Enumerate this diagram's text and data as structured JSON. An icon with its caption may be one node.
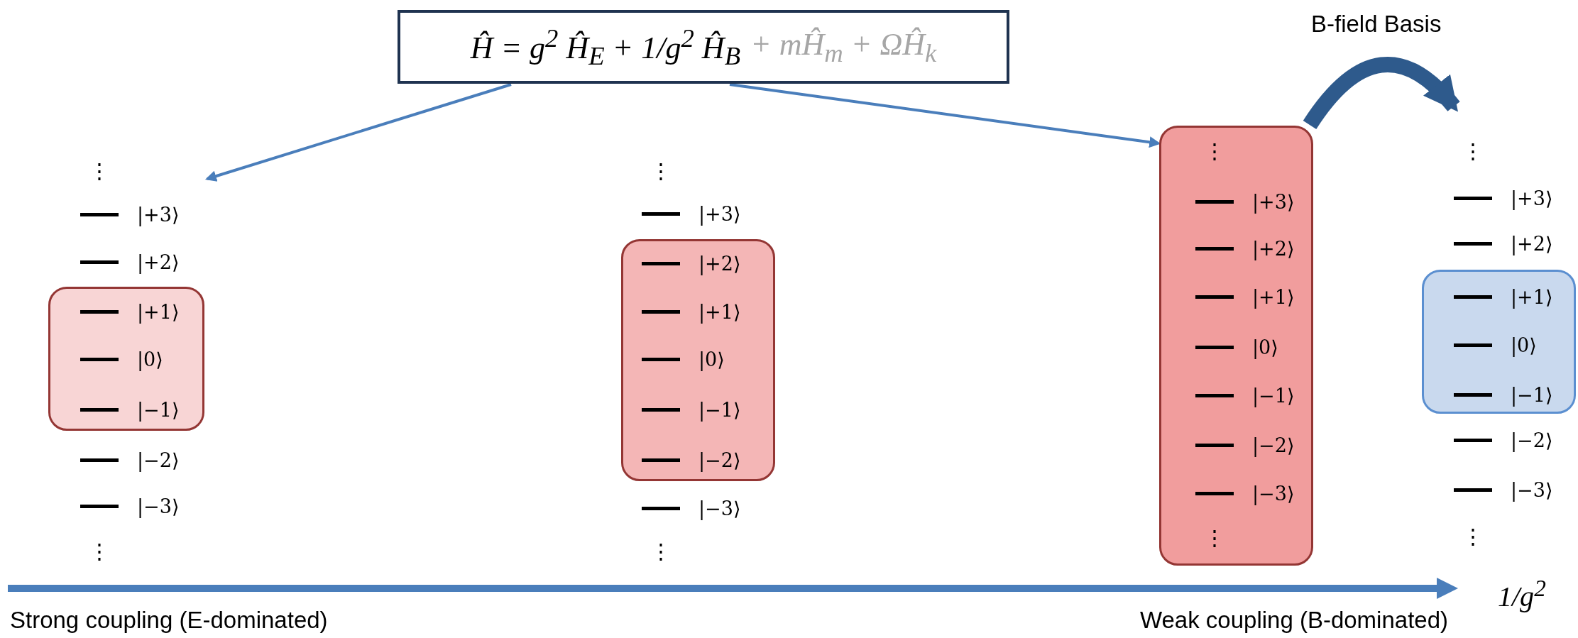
{
  "diagram": {
    "nodes": [
      {
        "text": [
          "Ĥ = g$^{2}$ Ĥ$_{E}$ + 1/g$^{2}$ Ĥ$_{B}$",
          "+ mĤ$_{m}$ + ΩĤ$_{k}$"
        ]
      },
      {
        "text": [
          "|+1⟩",
          "|0⟩",
          "|−1⟩"
        ]
      },
      {
        "text": [
          "|+2⟩",
          "|+1⟩",
          "|0⟩",
          "|−1⟩",
          "|−2⟩"
        ]
      },
      {
        "text": [
          "⋮",
          "|+3⟩",
          "|+2⟩",
          "|+1⟩",
          "|0⟩",
          "|−1⟩",
          "|−2⟩",
          "|−3⟩",
          "⋮"
        ]
      },
      {
        "text": [
          "|+1⟩",
          "|0⟩",
          "|−1⟩"
        ]
      }
    ],
    "edges": [
      {
        "from": 0,
        "to": null,
        "arrow": "to"
      },
      {
        "from": 0,
        "to": 3,
        "arrow": "to"
      },
      {
        "from": 3,
        "to": null,
        "arrow": "to",
        "label": "B-field Basis",
        "style": "thick",
        "color": "#2e5a8c"
      }
    ],
    "labels": [
      "⋮",
      "|+3⟩",
      "|+2⟩",
      "|−2⟩",
      "|−3⟩",
      "⋮",
      "⋮",
      "|+3⟩",
      "|−3⟩",
      "⋮",
      "⋮",
      "|+3⟩",
      "|+2⟩",
      "|−2⟩",
      "|−3⟩",
      "⋮",
      "1/g$^{2}$",
      "Strong coupling (E-dominated)",
      "Weak coupling (B-dominated)"
    ]
  }
}
